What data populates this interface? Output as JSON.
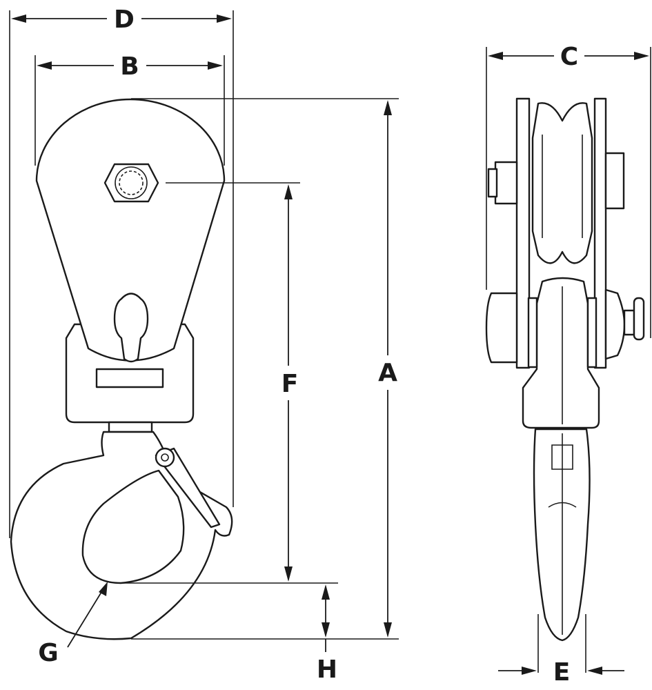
{
  "labels": {
    "A": "A",
    "B": "B",
    "C": "C",
    "D": "D",
    "E": "E",
    "F": "F",
    "G": "G",
    "H": "H"
  },
  "colors": {
    "ink": "#1a1a1a",
    "background": "#ffffff"
  }
}
